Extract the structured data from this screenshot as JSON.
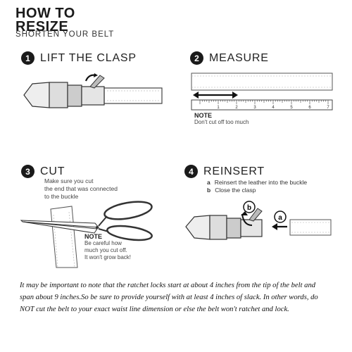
{
  "header": {
    "title_line1": "HOW TO",
    "title_line2": "RESIZE",
    "subtitle": "SHORTEN YOUR BELT"
  },
  "steps": [
    {
      "number": "1",
      "title": "LIFT THE CLASP"
    },
    {
      "number": "2",
      "title": "MEASURE",
      "note_label": "NOTE",
      "note_text": "Don't cut off too much",
      "ruler_numbers": [
        "1",
        "2",
        "3",
        "4",
        "5",
        "6",
        "7"
      ]
    },
    {
      "number": "3",
      "title": "CUT",
      "description_lines": [
        "Make sure you cut",
        "the end that was connected",
        "to the buckle"
      ],
      "note_label": "NOTE",
      "note_lines": [
        "Be careful how",
        "much you cut off.",
        "It won't grow back!"
      ]
    },
    {
      "number": "4",
      "title": "REINSERT",
      "instructions": [
        {
          "key": "a",
          "text": "Reinsert the leather into the buckle"
        },
        {
          "key": "b",
          "text": "Close the clasp"
        }
      ],
      "callout_a": "a",
      "callout_b": "b"
    }
  ],
  "footer": {
    "line1": "It may be important to note that the ratchet locks start at about 4 inches from the tip of the belt and",
    "line2": "span about 9 inches.So be sure to provide yourself with at least 4 inches of slack. In other words, do",
    "line3": "NOT cut the belt to your exact waist line dimension or else the belt won't ratchet and lock."
  }
}
